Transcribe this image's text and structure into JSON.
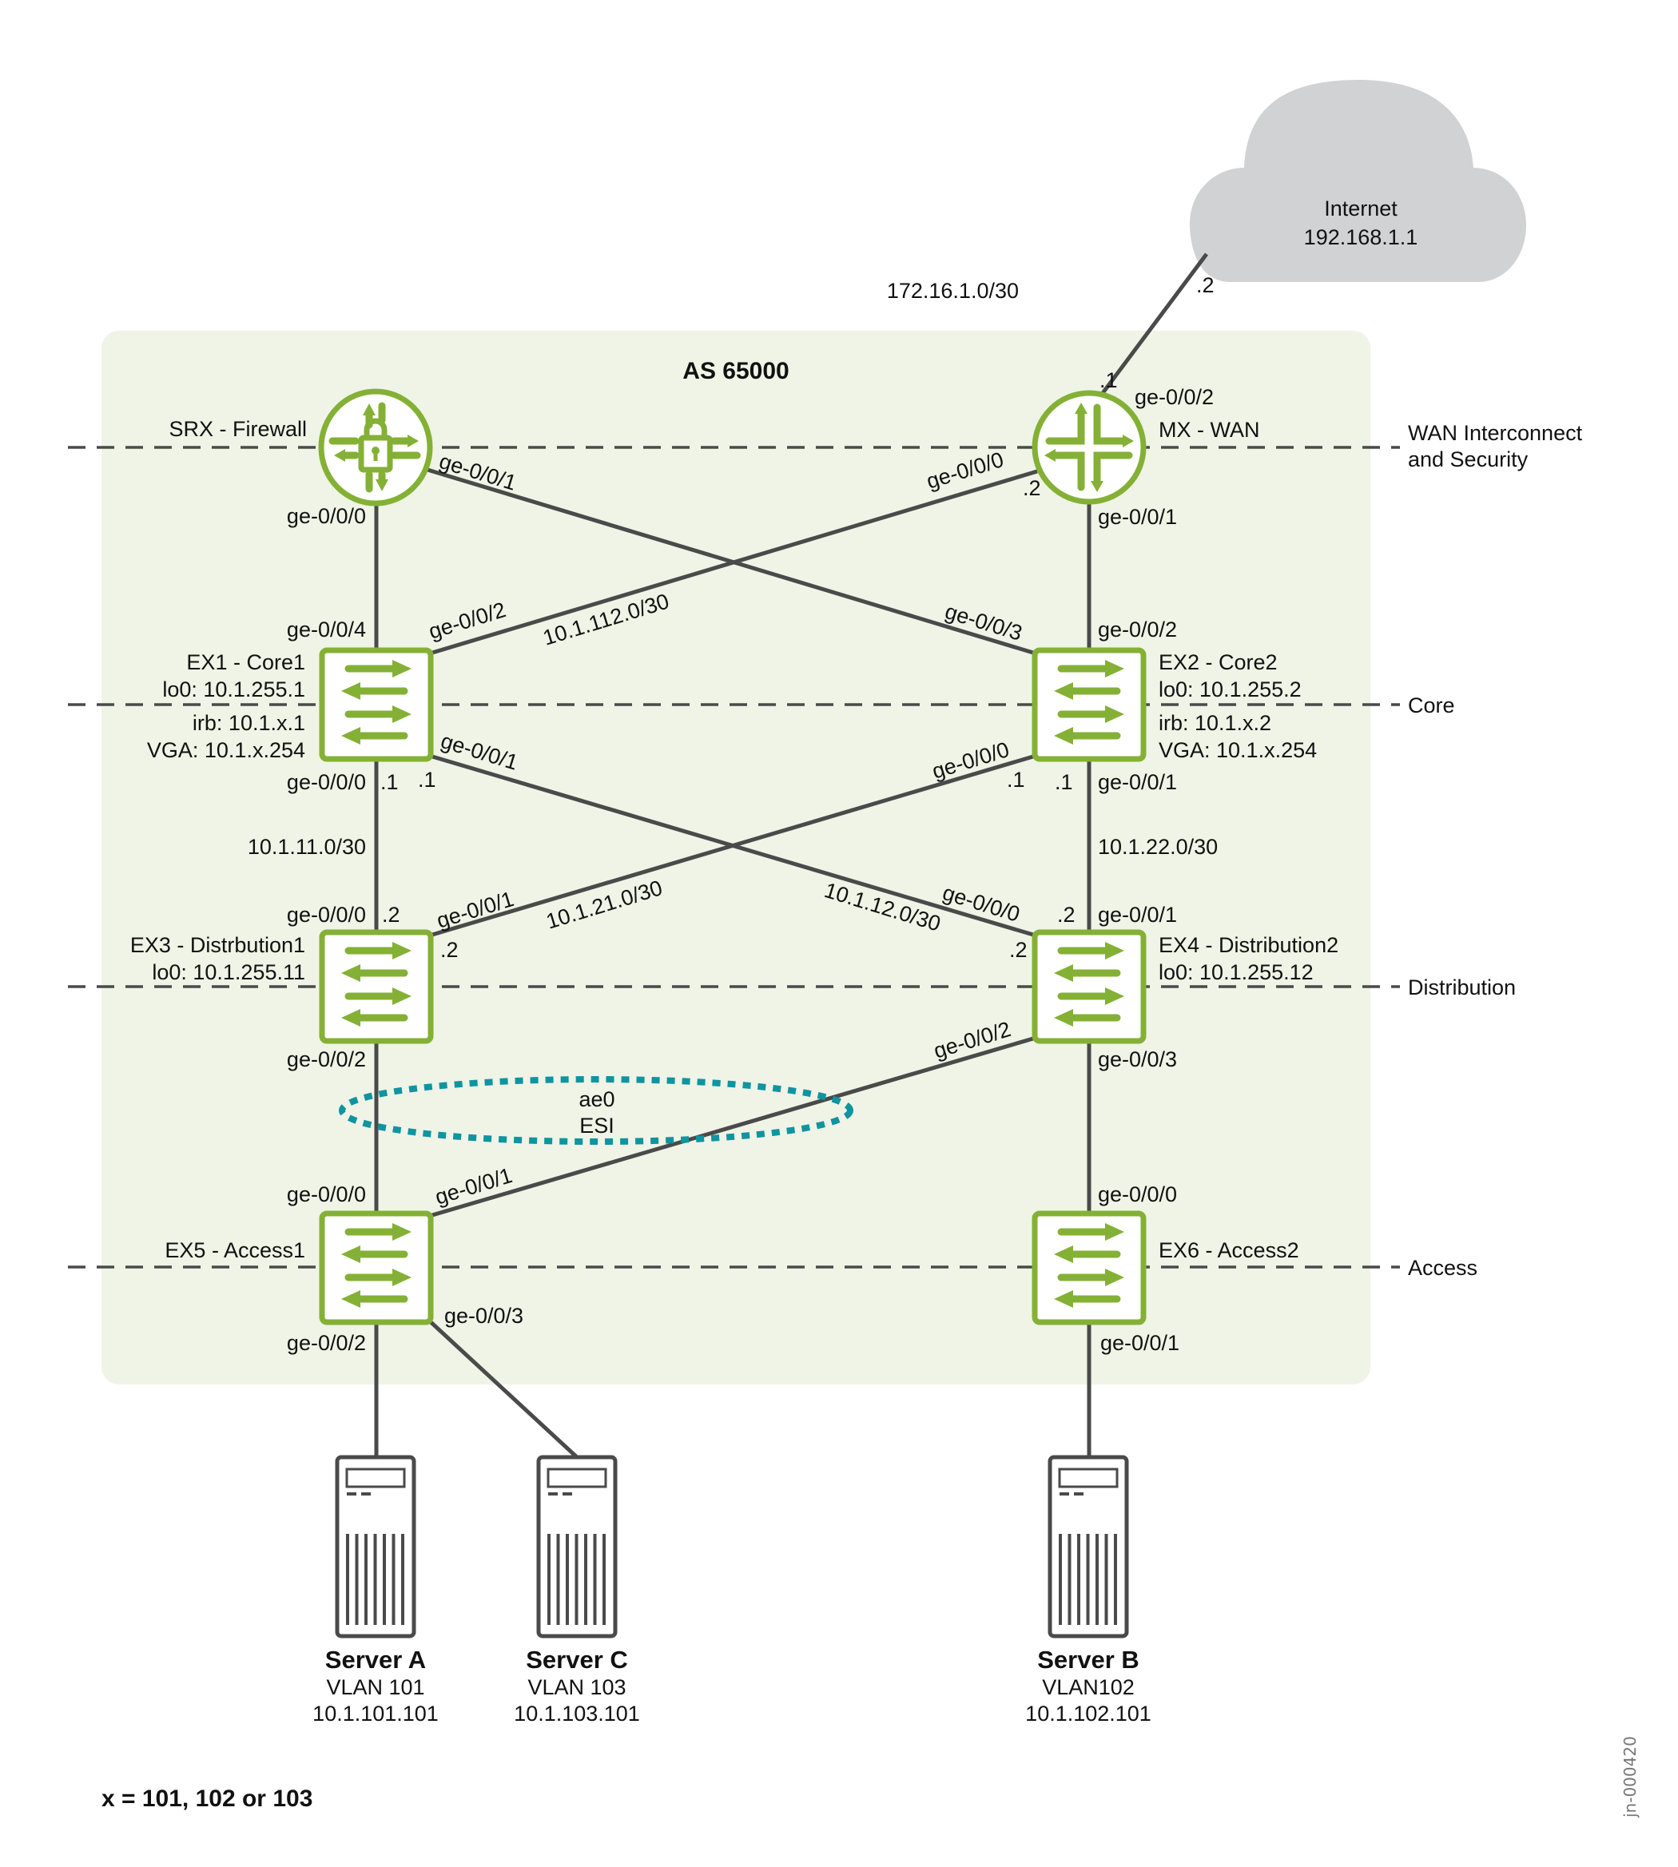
{
  "title": "AS 65000",
  "footnote": "x = 101, 102 or 103",
  "doc_id": "jn-000420",
  "colors": {
    "region": "#eff4e6",
    "device": "#84b135",
    "link": "#4a4a4a",
    "esi": "#0f94a1",
    "cloud": "#d1d2d4"
  },
  "internet": {
    "name": "Internet",
    "ip": "192.168.1.1"
  },
  "zones": [
    {
      "label_line1": "WAN Interconnect",
      "label_line2": "and Security"
    },
    {
      "label_line1": "Core",
      "label_line2": ""
    },
    {
      "label_line1": "Distribution",
      "label_line2": ""
    },
    {
      "label_line1": "Access",
      "label_line2": ""
    }
  ],
  "devices": {
    "srx": {
      "name": "SRX - Firewall",
      "type": "firewall",
      "icon": "firewall-icon"
    },
    "mx": {
      "name": "MX - WAN",
      "type": "router",
      "icon": "router-icon"
    },
    "ex1": {
      "name": "EX1 - Core1",
      "lo0": "lo0: 10.1.255.1",
      "irb": "irb: 10.1.x.1",
      "vga": "VGA: 10.1.x.254",
      "icon": "switch-icon"
    },
    "ex2": {
      "name": "EX2 - Core2",
      "lo0": "lo0: 10.1.255.2",
      "irb": "irb: 10.1.x.2",
      "vga": "VGA: 10.1.x.254",
      "icon": "switch-icon"
    },
    "ex3": {
      "name": "EX3 - Distrbution1",
      "lo0": "lo0: 10.1.255.11",
      "icon": "switch-icon"
    },
    "ex4": {
      "name": "EX4 - Distribution2",
      "lo0": "lo0: 10.1.255.12",
      "icon": "switch-icon"
    },
    "ex5": {
      "name": "EX5 - Access1",
      "icon": "switch-icon"
    },
    "ex6": {
      "name": "EX6 - Access2",
      "icon": "switch-icon"
    }
  },
  "servers": [
    {
      "name": "Server A",
      "vlan": "VLAN 101",
      "ip": "10.1.101.101"
    },
    {
      "name": "Server C",
      "vlan": "VLAN 103",
      "ip": "10.1.103.101"
    },
    {
      "name": "Server B",
      "vlan": "VLAN102",
      "ip": "10.1.102.101"
    }
  ],
  "esi": {
    "line1": "ae0",
    "line2": "ESI"
  },
  "labels": {
    "mx_inet_subnet": "172.16.1.0/30",
    "inet_host": ".2",
    "mx_inet_host": ".1",
    "mx_ge002": "ge-0/0/2",
    "mx_ge000": "ge-0/0/0",
    "mx_ge000_host": ".2",
    "mx_ge001": "ge-0/0/1",
    "srx_ge001": "ge-0/0/1",
    "srx_ge000": "ge-0/0/0",
    "ex1_ge004": "ge-0/0/4",
    "ex1_ge002": "ge-0/0/2",
    "subnet_112": "10.1.112.0/30",
    "ex2_ge003": "ge-0/0/3",
    "ex2_ge002": "ge-0/0/2",
    "ex1_ge001": "ge-0/0/1",
    "ex1_ge000": "ge-0/0/0",
    "ex1_host_down": ".1",
    "ex1_host_diag": ".1",
    "ex2_ge000": "ge-0/0/0",
    "ex2_host_diag": ".1",
    "ex2_host_down": ".1",
    "ex2_ge001": "ge-0/0/1",
    "subnet_11": "10.1.11.0/30",
    "subnet_22": "10.1.22.0/30",
    "subnet_21": "10.1.21.0/30",
    "subnet_12": "10.1.12.0/30",
    "ex3_ge000": "ge-0/0/0",
    "ex3_host_up": ".2",
    "ex3_ge001": "ge-0/0/1",
    "ex3_host_diag": ".2",
    "ex4_ge000": "ge-0/0/0",
    "ex4_host_diag": ".2",
    "ex4_host_up": ".2",
    "ex4_ge001": "ge-0/0/1",
    "ex3_ge002": "ge-0/0/2",
    "ex4_ge002": "ge-0/0/2",
    "ex4_ge003": "ge-0/0/3",
    "ex5_ge000": "ge-0/0/0",
    "ex5_ge001": "ge-0/0/1",
    "ex5_ge003": "ge-0/0/3",
    "ex5_ge002": "ge-0/0/2",
    "ex6_ge000": "ge-0/0/0",
    "ex6_ge001": "ge-0/0/1"
  }
}
